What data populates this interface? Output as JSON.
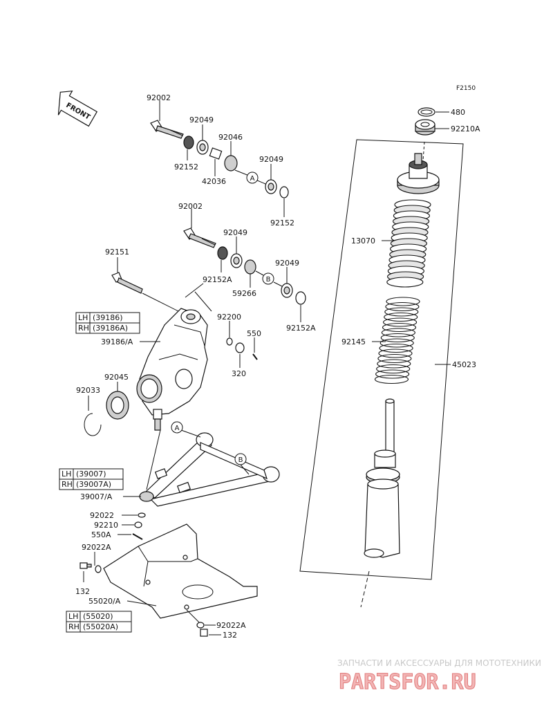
{
  "figure_code": "F2150",
  "front_label": "FRONT",
  "parts": {
    "p92002a": "92002",
    "p92049a": "92049",
    "p92046": "92046",
    "p92049b": "92049",
    "p92152a": "92152",
    "p42036": "42036",
    "p92152b": "92152",
    "p92002b": "92002",
    "p92049c": "92049",
    "p92049d": "92049",
    "p92152A_1": "92152A",
    "p59266": "59266",
    "p92152A_2": "92152A",
    "p92151": "92151",
    "p92200": "92200",
    "p550": "550",
    "p320": "320",
    "p39186A": "39186/A",
    "p92045": "92045",
    "p92033": "92033",
    "p39007A": "39007/A",
    "p92022": "92022",
    "p92210": "92210",
    "p550A": "550A",
    "p92022A_1": "92022A",
    "p132_1": "132",
    "p55020A": "55020/A",
    "p92022A_2": "92022A",
    "p132_2": "132",
    "p480": "480",
    "p92210A": "92210A",
    "p13070": "13070",
    "p92145": "92145",
    "p45023": "45023"
  },
  "callouts": {
    "a1": "A",
    "b1": "B",
    "a2": "A",
    "b2": "B"
  },
  "side_tables": [
    {
      "lh_key": "LH",
      "lh_val": "(39186)",
      "rh_key": "RH",
      "rh_val": "(39186A)"
    },
    {
      "lh_key": "LH",
      "lh_val": "(39007)",
      "rh_key": "RH",
      "rh_val": "(39007A)"
    },
    {
      "lh_key": "LH",
      "lh_val": "(55020)",
      "rh_key": "RH",
      "rh_val": "(55020A)"
    }
  ],
  "watermark": {
    "tagline": "ЗАПЧАСТИ И АКСЕССУАРЫ ДЛЯ МОТОТЕХНИКИ",
    "logo": "PARTSFOR.RU"
  }
}
